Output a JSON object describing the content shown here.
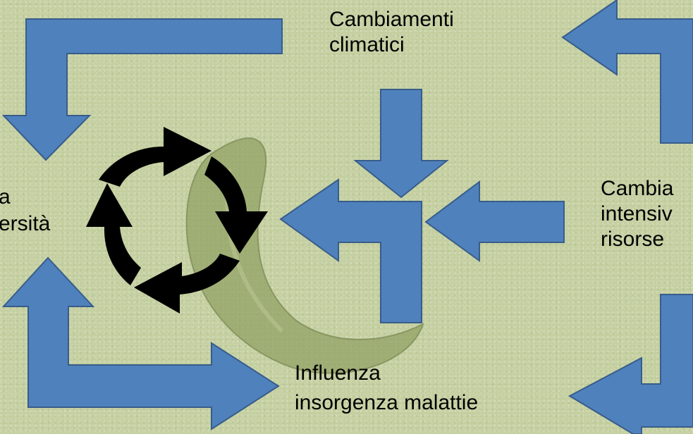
{
  "diagram": {
    "labels": {
      "climate_change": [
        "Cambiamenti",
        "climatici"
      ],
      "biodiversity": [
        "a",
        "ersità"
      ],
      "intensive_use": [
        "Cambia",
        "intensiv",
        "risorse"
      ],
      "disease_influence": [
        "Influenza",
        "insorgenza malattie"
      ]
    },
    "colors": {
      "arrow_fill": "#4f81bd",
      "arrow_stroke": "#385d8a",
      "cycle_arrows": "#000000",
      "leaf": "#8fa060",
      "background": "#c4cfa0"
    }
  }
}
